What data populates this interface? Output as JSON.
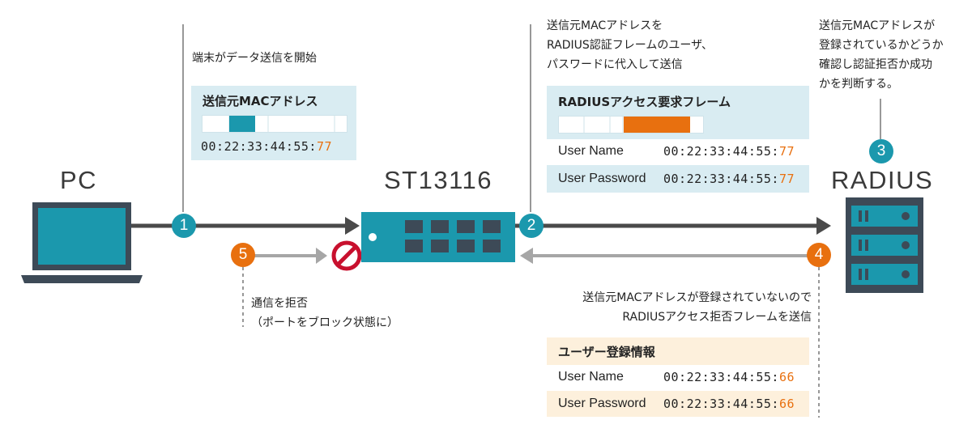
{
  "labels": {
    "pc": "PC",
    "switch": "ST13116",
    "radius": "RADIUS"
  },
  "steps": {
    "s1": "1",
    "s2": "2",
    "s3": "3",
    "s4": "4",
    "s5": "5"
  },
  "notes": {
    "step1": "端末がデータ送信を開始",
    "step2": [
      "送信元MACアドレスを",
      "RADIUS認証フレームのユーザ、",
      "パスワードに代入して送信"
    ],
    "step3": [
      "送信元MACアドレスが",
      "登録されているかどうか",
      "確認し認証拒否か成功",
      "かを判断する。"
    ],
    "step4": [
      "送信元MACアドレスが登録されていないので",
      "RADIUSアクセス拒否フレームを送信"
    ],
    "step5": [
      "通信を拒否",
      "（ポートをブロック状態に）"
    ]
  },
  "mac_panel": {
    "title": "送信元MACアドレス",
    "mac_prefix": "00:22:33:44:55:",
    "mac_suffix": "77"
  },
  "radius_request": {
    "title": "RADIUSアクセス要求フレーム",
    "user_name_label": "User Name",
    "user_name_prefix": "00:22:33:44:55:",
    "user_name_suffix": "77",
    "password_label": "User Password",
    "password_prefix": "00:22:33:44:55:",
    "password_suffix": "77"
  },
  "user_db": {
    "title": "ユーザー登録情報",
    "user_name_label": "User Name",
    "user_name_prefix": "00:22:33:44:55:",
    "user_name_suffix": "66",
    "password_label": "User Password",
    "password_prefix": "00:22:33:44:55:",
    "password_suffix": "66"
  },
  "colors": {
    "teal": "#1b98ad",
    "orange": "#e8700f",
    "arrow_dark": "#4a4a4a",
    "arrow_gray": "#a6a6a6",
    "deny_red": "#c8102e"
  }
}
